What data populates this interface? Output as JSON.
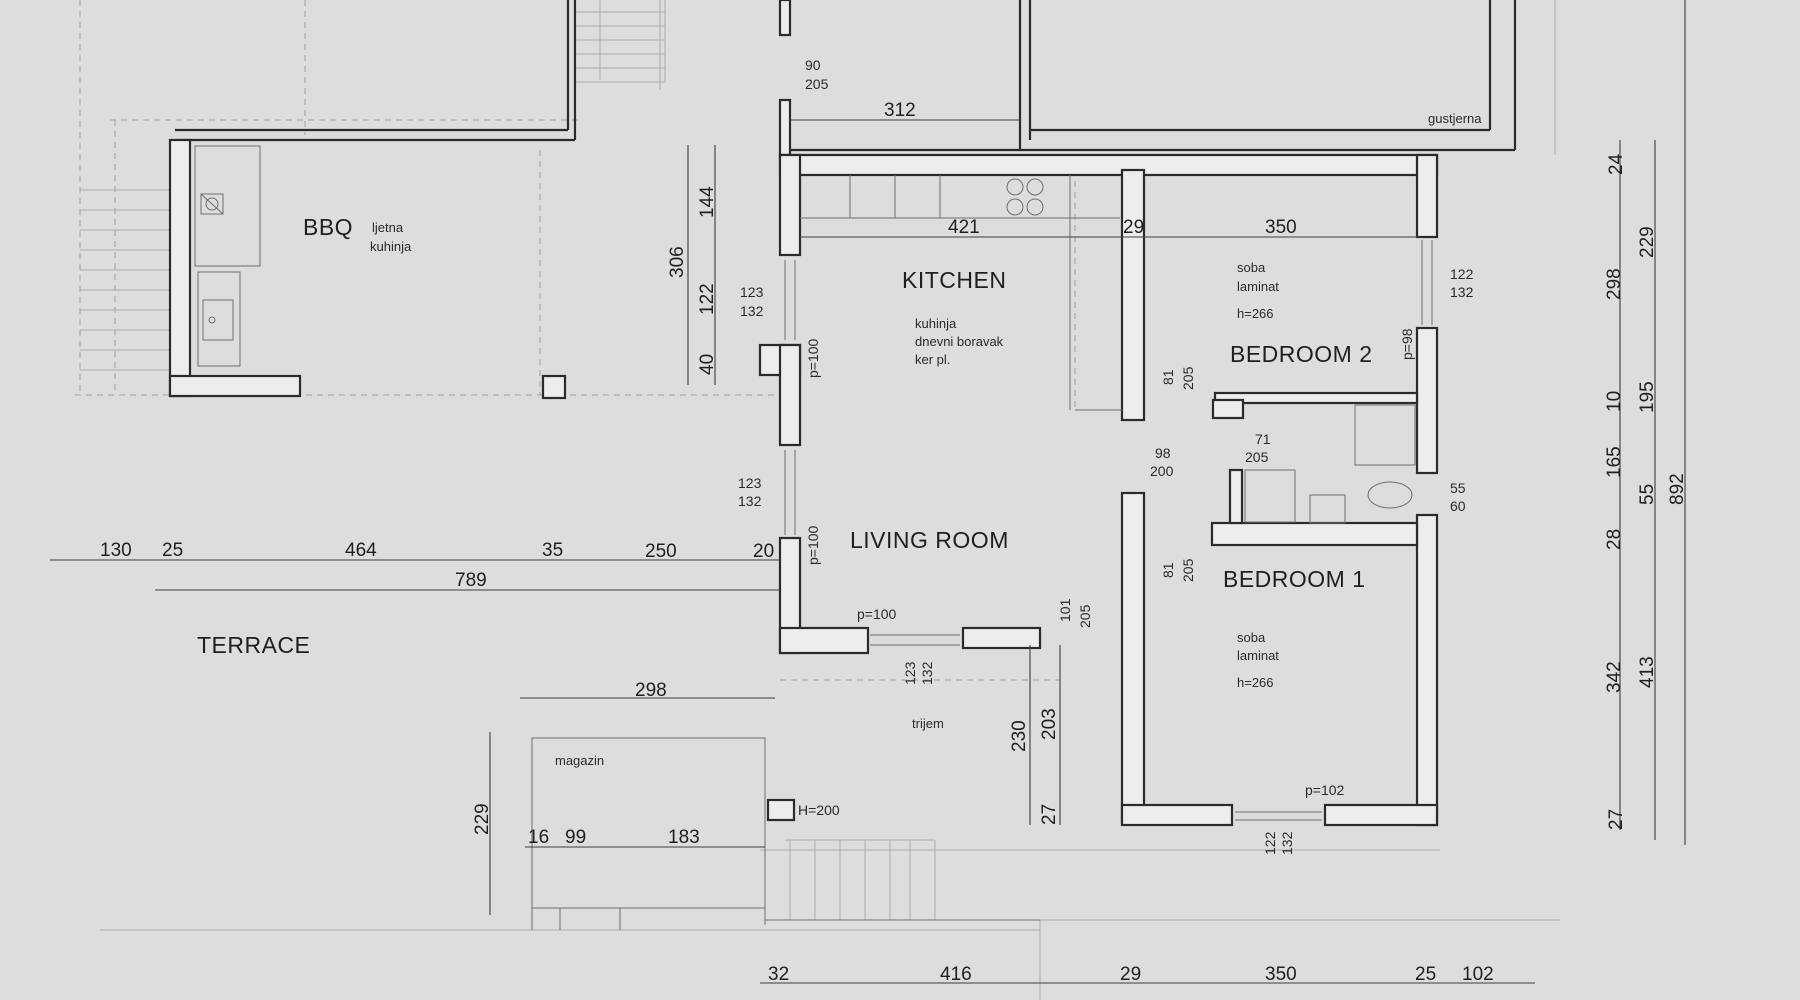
{
  "rooms": {
    "bbq": "BBQ",
    "kitchen": "KITCHEN",
    "living_room": "LIVING ROOM",
    "bedroom_2": "BEDROOM 2",
    "bedroom_1": "BEDROOM 1",
    "terrace": "TERRACE"
  },
  "notes": {
    "bbq_line1": "ljetna",
    "bbq_line2": "kuhinja",
    "kitchen_line1": "kuhinja",
    "kitchen_line2": "dnevni boravak",
    "kitchen_line3": "ker pl.",
    "bed2_line1": "soba",
    "bed2_line2": "laminat",
    "bed2_line3": "h=266",
    "bed1_line1": "soba",
    "bed1_line2": "laminat",
    "bed1_line3": "h=266",
    "trijem": "trijem",
    "magazin": "magazin",
    "gustjerna": "gustjerna"
  },
  "dimensions": {
    "d_130": "130",
    "d_25": "25",
    "d_464": "464",
    "d_35": "35",
    "d_250": "250",
    "d_20": "20",
    "d_789": "789",
    "d_298": "298",
    "d_229": "229",
    "d_16": "16",
    "d_99": "99",
    "d_183": "183",
    "d_312": "312",
    "d_421": "421",
    "d_29a": "29",
    "d_350a": "350",
    "d_144": "144",
    "d_306": "306",
    "d_122": "122",
    "d_40": "40",
    "d_230": "230",
    "d_203": "203",
    "d_27a": "27",
    "b_32": "32",
    "b_416": "416",
    "b_29": "29",
    "b_350": "350",
    "b_25": "25",
    "b_102": "102",
    "r_24": "24",
    "r_298": "298",
    "r_229": "229",
    "r_10": "10",
    "r_195": "195",
    "r_165": "165",
    "r_55": "55",
    "r_892": "892",
    "r_28": "28",
    "r_342": "342",
    "r_413": "413",
    "r_27": "27"
  },
  "openings": {
    "w1_top": "123",
    "w1_bot": "132",
    "w2_top": "123",
    "w2_bot": "132",
    "w3_top": "122",
    "w3_bot": "132",
    "w4_top": "55",
    "w4_bot": "60",
    "door_top": "90",
    "door_bot": "205",
    "door2_top": "98",
    "door2_bot": "200",
    "door3_top": "71",
    "door3_bot": "205",
    "d81a_top": "81",
    "d81a_bot": "205",
    "d81b_top": "81",
    "d81b_bot": "205",
    "d101_top": "101",
    "d101_bot": "205",
    "p100a": "p=100",
    "p100b": "p=100",
    "p100c": "p=100",
    "p98": "p=98",
    "p102": "p=102",
    "h200": "H=200",
    "bw_top": "122",
    "bw_bot": "132",
    "sw_top": "123",
    "sw_bot": "132"
  }
}
